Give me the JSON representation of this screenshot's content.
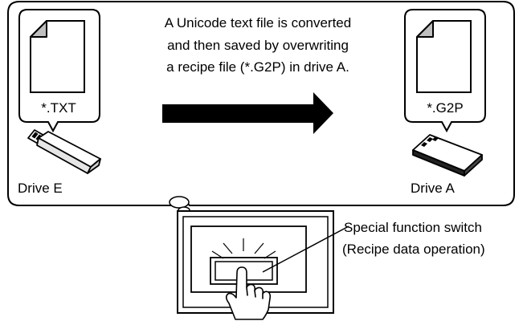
{
  "caption": {
    "line1": "A Unicode text file is converted",
    "line2": "and then saved by overwriting",
    "line3": "a recipe file (*.G2P) in drive A."
  },
  "source": {
    "file_label": "*.TXT",
    "drive_label": "Drive E",
    "device_icon": "usb-flash-drive-icon"
  },
  "destination": {
    "file_label": "*.G2P",
    "drive_label": "Drive A",
    "device_icon": "sd-card-icon"
  },
  "switch_callout": {
    "line1": "Special function switch",
    "line2": "(Recipe data operation)"
  },
  "colors": {
    "stroke": "#000000",
    "fold": "#bfbfbf",
    "background": "#ffffff"
  }
}
